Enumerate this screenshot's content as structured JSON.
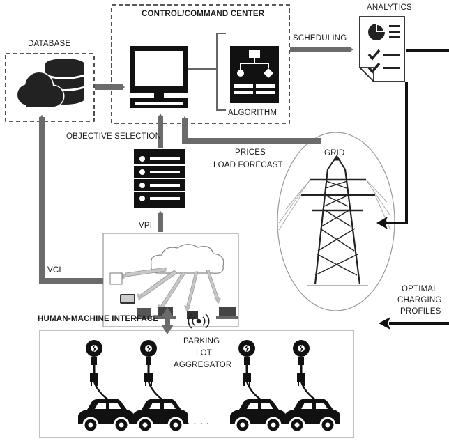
{
  "labels": {
    "control_center": "CONTROL/COMMAND CENTER",
    "database": "DATABASE",
    "analytics": "ANALYTICS",
    "scheduling": "SCHEDULING",
    "algorithm": "ALGORITHM",
    "objective_selection": "OBJECTIVE SELECTION",
    "prices": "PRICES",
    "load_forecast": "LOAD FORECAST",
    "grid": "GRID",
    "vpi": "VPI",
    "vci": "VCI",
    "optimal": "OPTIMAL",
    "charging": "CHARGING",
    "profiles": "PROFILES",
    "hmi": "HUMAN-MACHINE INTERFACE",
    "parking": "PARKING",
    "lot": "LOT",
    "aggregator": "AGGREGATOR",
    "ellipsis": ". . . ."
  },
  "icons": [
    "cloud-database-icon",
    "computer-monitor-icon",
    "flowchart-algorithm-icon",
    "analytics-report-icon",
    "server-rack-icon",
    "power-pylon-icon",
    "cloud-network-icon",
    "wireless-signal-icon",
    "charging-station-icon",
    "electric-car-icon"
  ],
  "colors": {
    "arrow_gray": "#6b6b6b",
    "arrow_black": "#111111",
    "panel_border": "#9a9a9a"
  }
}
